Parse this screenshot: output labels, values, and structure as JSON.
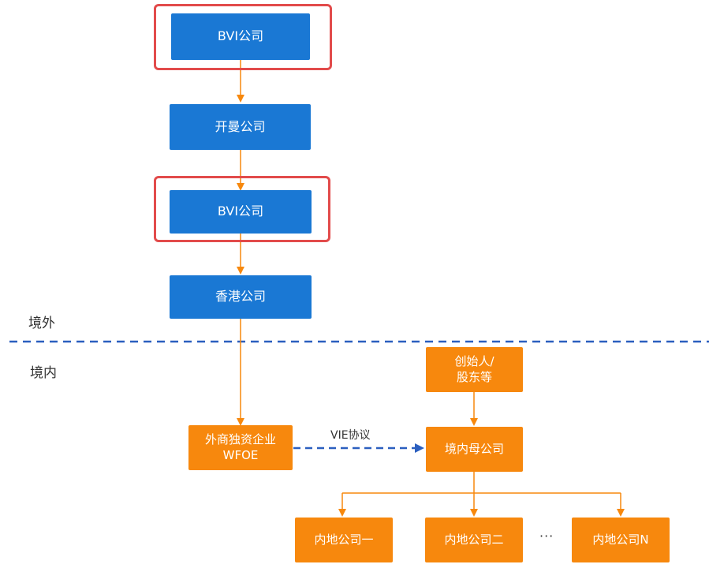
{
  "colors": {
    "offshore_box": "#1a78d4",
    "onshore_box": "#f7880d",
    "arrow": "#f7880d",
    "border_line": "#2b5fbf",
    "vie_arrow": "#2b5fbf",
    "highlight": "#e24b4b"
  },
  "regions": {
    "offshore_label": "境外",
    "onshore_label": "境内"
  },
  "offshore_boxes": [
    {
      "label": "BVI公司"
    },
    {
      "label": "开曼公司"
    },
    {
      "label": "BVI公司"
    },
    {
      "label": "香港公司"
    }
  ],
  "onshore_boxes": {
    "wfoe": "外商独资企业\nWFOE",
    "founders": "创始人/\n股东等",
    "domestic_parent": "境内母公司",
    "subsidiaries": [
      "内地公司一",
      "内地公司二",
      "内地公司N"
    ],
    "ellipsis": "···"
  },
  "edge_labels": {
    "vie": "VIE协议"
  }
}
